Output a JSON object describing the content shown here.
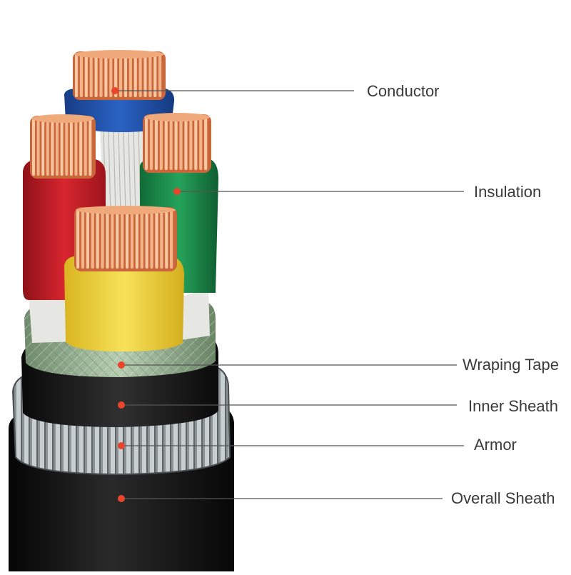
{
  "colors": {
    "copper_light": "#f3b48a",
    "copper_dark": "#c9663a",
    "blue_insulation": "#1f4fa3",
    "red_insulation": "#c8202a",
    "green_insulation": "#1f8a4a",
    "yellow_insulation": "#f2d43a",
    "filler_white": "#e6e6e2",
    "wrapping_tape": "#9fb79b",
    "inner_sheath": "#1a1a1a",
    "armor_steel": "#9ca3a6",
    "overall_sheath": "#121212",
    "marker_dot": "#e8452a",
    "leader_line": "#555555",
    "label_text": "#3a3a3a"
  },
  "labels": {
    "conductor": "Conductor",
    "insulation": "Insulation",
    "wrapping_tape": "Wraping Tape",
    "inner_sheath": "Inner Sheath",
    "armor": "Armor",
    "overall_sheath": "Overall Sheath"
  }
}
